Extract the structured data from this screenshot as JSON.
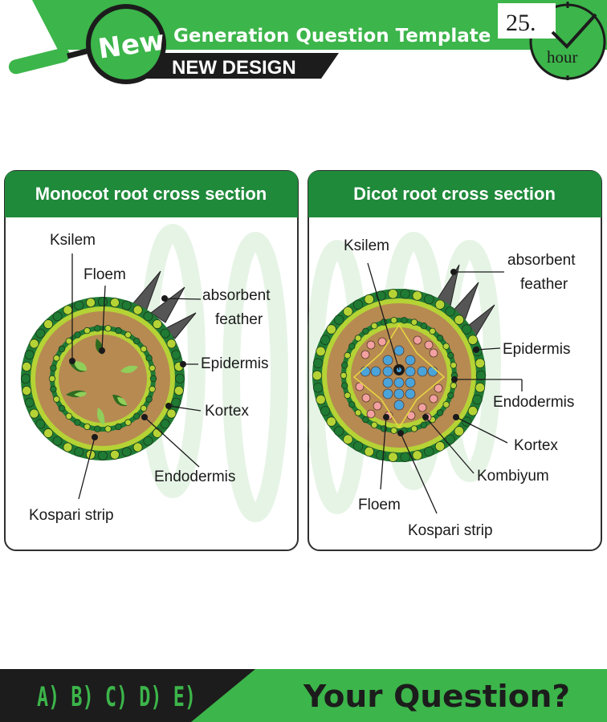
{
  "header": {
    "badge": "New",
    "title": "Generation Question Template",
    "subtitle": "NEW DESIGN",
    "clock_number": "25.",
    "clock_unit": "hour"
  },
  "panels": {
    "monocot": {
      "title": "Monocot root cross section",
      "labels": {
        "ksilem": "Ksilem",
        "floem": "Floem",
        "absorbent_1": "absorbent",
        "absorbent_2": "feather",
        "epidermis": "Epidermis",
        "kortex": "Kortex",
        "endodermis": "Endodermis",
        "kospari": "Kospari strip"
      }
    },
    "dicot": {
      "title": "Dicot root cross section",
      "labels": {
        "ksilem": "Ksilem",
        "absorbent_1": "absorbent",
        "absorbent_2": "feather",
        "epidermis": "Epidermis",
        "endodermis": "Endodermis",
        "kortex": "Kortex",
        "kombiyum": "Kombiyum",
        "floem": "Floem",
        "kospari": "Kospari strip"
      }
    }
  },
  "footer": {
    "options": "A) B) C) D) E)",
    "question": "Your Question?"
  },
  "colors": {
    "green": "#3cb54a",
    "dark_green": "#1f8a3a",
    "cortex": "#b78a52",
    "epidermis": "#1f7a34",
    "ring": "#b5d335"
  }
}
